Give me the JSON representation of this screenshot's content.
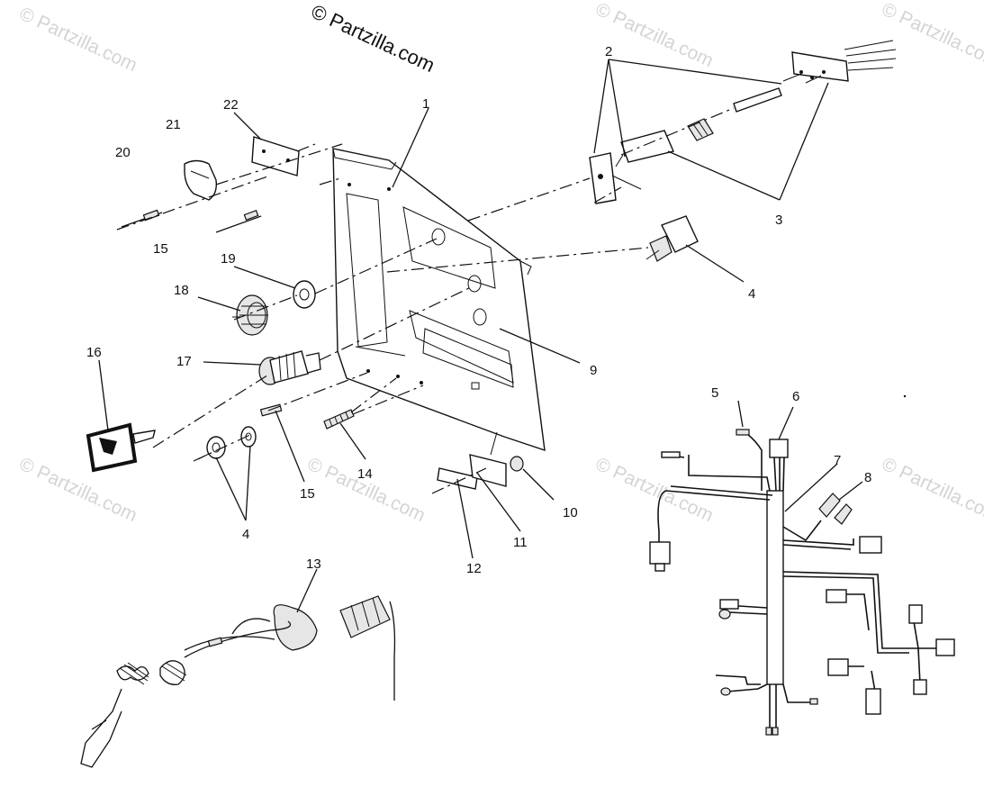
{
  "watermark": {
    "copyright_text": "© Partzilla.com",
    "tile_text": "© Partzilla.com"
  },
  "callouts": {
    "c1": "1",
    "c2": "2",
    "c3": "3",
    "c4a": "4",
    "c4b": "4",
    "c5": "5",
    "c6": "6",
    "c7": "7",
    "c8": "8",
    "c9": "9",
    "c10": "10",
    "c11": "11",
    "c12": "12",
    "c13": "13",
    "c14": "14",
    "c15a": "15",
    "c15b": "15",
    "c16": "16",
    "c17": "17",
    "c18": "18",
    "c19": "19",
    "c20": "20",
    "c21": "21",
    "c22": "22"
  }
}
